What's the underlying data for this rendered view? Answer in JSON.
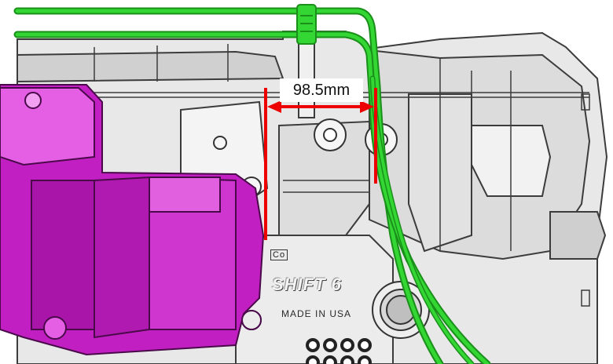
{
  "dimension": {
    "value_label": "98.5mm"
  },
  "embossed_text": {
    "brand": "SHIFT 6",
    "made_in": "MADE IN USA",
    "co_mark": "Co"
  },
  "colors": {
    "harness": "#33d633",
    "harness_edge": "#1a8f1a",
    "motor": "#c21fc2",
    "motor_light": "#e45fe4",
    "dimension_line": "#ee0000",
    "casting": "#e6e6e6",
    "casting_edge": "#3c3c3c"
  }
}
